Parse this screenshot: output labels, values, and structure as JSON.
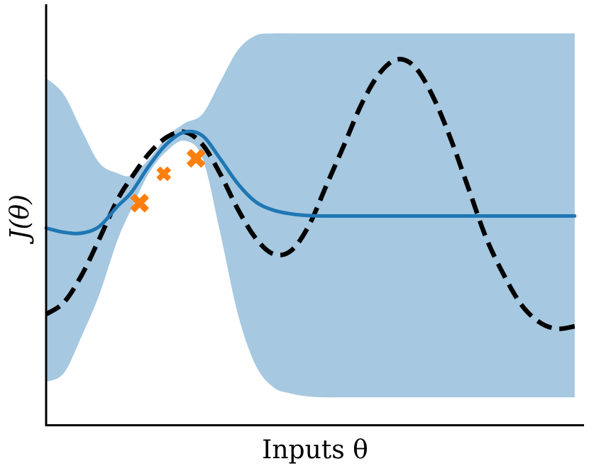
{
  "chart_data": {
    "type": "line",
    "title": "",
    "xlabel": "Inputs θ",
    "ylabel": "J(θ)",
    "xlim": [
      0,
      1
    ],
    "ylim": [
      0,
      1
    ],
    "ticks": "none",
    "grid": false,
    "legend": "none",
    "series": [
      {
        "role": "objective (dashed)",
        "color": "#000000",
        "style": "dashed",
        "x": [
          0.0,
          0.033,
          0.066,
          0.099,
          0.132,
          0.159,
          0.192,
          0.225,
          0.258,
          0.291,
          0.324,
          0.357,
          0.39,
          0.423,
          0.456,
          0.489,
          0.522,
          0.555,
          0.588,
          0.621,
          0.654,
          0.687,
          0.72,
          0.753,
          0.786,
          0.819,
          0.852,
          0.885,
          0.918,
          0.951,
          0.984
        ],
        "y": [
          0.265,
          0.293,
          0.358,
          0.445,
          0.537,
          0.592,
          0.65,
          0.689,
          0.701,
          0.671,
          0.601,
          0.516,
          0.447,
          0.409,
          0.417,
          0.477,
          0.574,
          0.671,
          0.77,
          0.842,
          0.875,
          0.856,
          0.786,
          0.685,
          0.567,
          0.448,
          0.359,
          0.287,
          0.246,
          0.23,
          0.236
        ]
      },
      {
        "role": "mean (solid)",
        "color": "#1f77b4",
        "style": "solid",
        "x": [
          0.0,
          0.033,
          0.066,
          0.099,
          0.132,
          0.159,
          0.192,
          0.225,
          0.258,
          0.291,
          0.324,
          0.357,
          0.39,
          0.423,
          0.456,
          0.489,
          0.522,
          0.555,
          0.588,
          0.621,
          0.654,
          0.687,
          0.72,
          0.753,
          0.786,
          0.819,
          0.852,
          0.885,
          0.918,
          0.951,
          0.984
        ],
        "y": [
          0.471,
          0.461,
          0.459,
          0.475,
          0.522,
          0.557,
          0.621,
          0.673,
          0.701,
          0.692,
          0.637,
          0.577,
          0.534,
          0.514,
          0.505,
          0.501,
          0.5,
          0.5,
          0.5,
          0.5,
          0.5,
          0.5,
          0.5,
          0.5,
          0.5,
          0.5,
          0.5,
          0.5,
          0.5,
          0.5,
          0.5
        ]
      }
    ],
    "band": {
      "role": "uncertainty band",
      "color": "#a6c8e0",
      "x": [
        0.0,
        0.033,
        0.066,
        0.099,
        0.132,
        0.159,
        0.192,
        0.225,
        0.258,
        0.291,
        0.324,
        0.357,
        0.39,
        0.423,
        0.456,
        0.489,
        0.522,
        0.555,
        0.588,
        0.621,
        0.654,
        0.687,
        0.72,
        0.753,
        0.786,
        0.819,
        0.852,
        0.885,
        0.918,
        0.951,
        0.984
      ],
      "upper": [
        0.83,
        0.791,
        0.706,
        0.627,
        0.603,
        0.597,
        0.637,
        0.69,
        0.722,
        0.744,
        0.821,
        0.897,
        0.932,
        0.937,
        0.937,
        0.937,
        0.937,
        0.937,
        0.937,
        0.937,
        0.937,
        0.937,
        0.937,
        0.937,
        0.937,
        0.937,
        0.937,
        0.937,
        0.937,
        0.937,
        0.937
      ],
      "lower": [
        0.103,
        0.124,
        0.212,
        0.312,
        0.439,
        0.518,
        0.604,
        0.656,
        0.68,
        0.639,
        0.46,
        0.265,
        0.143,
        0.09,
        0.075,
        0.068,
        0.066,
        0.066,
        0.066,
        0.066,
        0.066,
        0.066,
        0.066,
        0.066,
        0.066,
        0.066,
        0.066,
        0.066,
        0.066,
        0.066,
        0.066
      ]
    },
    "observations": {
      "role": "sampled points",
      "color": "#ff7f0e",
      "marker": "X",
      "x": [
        0.174,
        0.219,
        0.279
      ],
      "y": [
        0.531,
        0.601,
        0.638
      ],
      "sizes": [
        "large",
        "small",
        "large"
      ]
    }
  }
}
